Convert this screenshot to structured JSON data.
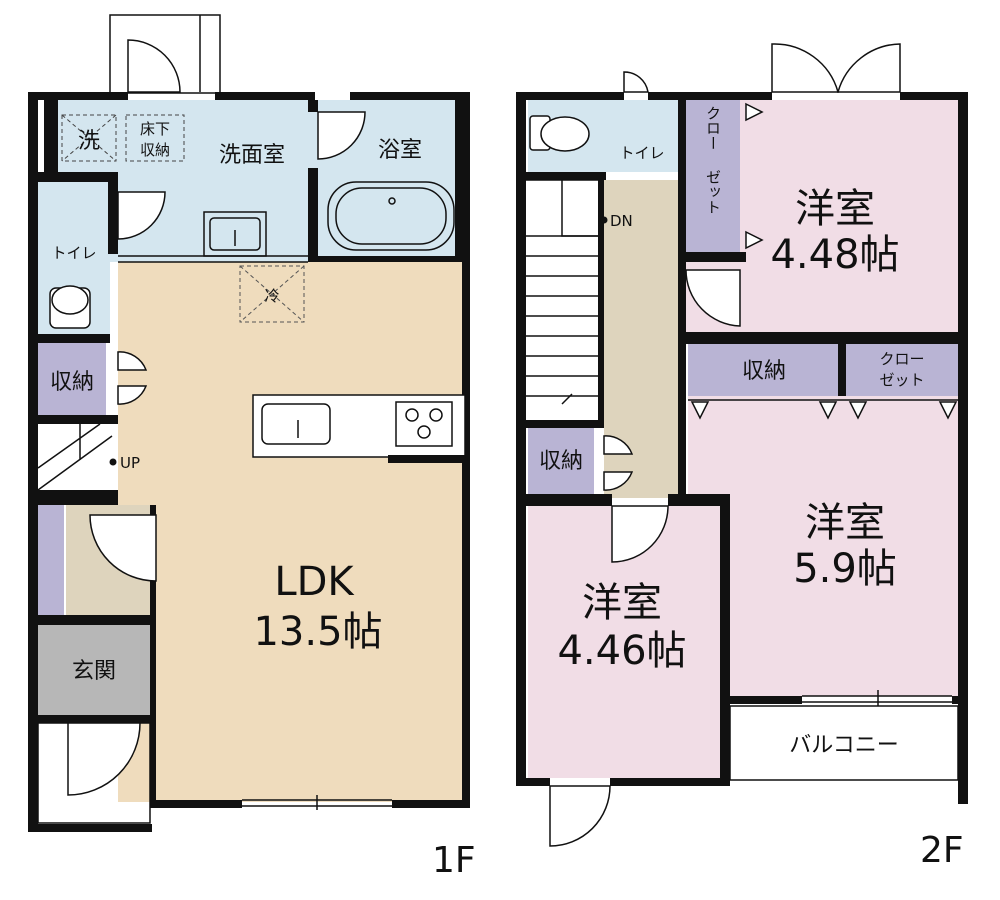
{
  "floor1": {
    "label": "1F",
    "ldk": {
      "name": "LDK",
      "size": "13.5帖"
    },
    "washroom": "洗面室",
    "bath": "浴室",
    "laundry": "洗",
    "underfloor_line1": "床下",
    "underfloor_line2": "収納",
    "toilet": "トイレ",
    "storage": "収納",
    "up": "UP",
    "entrance": "玄関",
    "fridge": "冷"
  },
  "floor2": {
    "label": "2F",
    "room_ne": {
      "name": "洋室",
      "size": "4.48帖"
    },
    "room_e": {
      "name": "洋室",
      "size": "5.9帖"
    },
    "room_sw": {
      "name": "洋室",
      "size": "4.46帖"
    },
    "toilet": "トイレ",
    "closet_vertical_line1": "クロー",
    "closet_vertical_line2": "ゼット",
    "storage_top": "収納",
    "closet_top_line1": "クロー",
    "closet_top_line2": "ゼット",
    "storage_left": "収納",
    "down": "DN",
    "balcony": "バルコニー"
  },
  "colors": {
    "ldk": "#efdcbd",
    "wet": "#d4e6ef",
    "storage": "#b9b4d4",
    "bedroom": "#f1dde6",
    "hall": "#ded4bd",
    "entrance": "#b7b7b7",
    "wall": "#111111"
  }
}
